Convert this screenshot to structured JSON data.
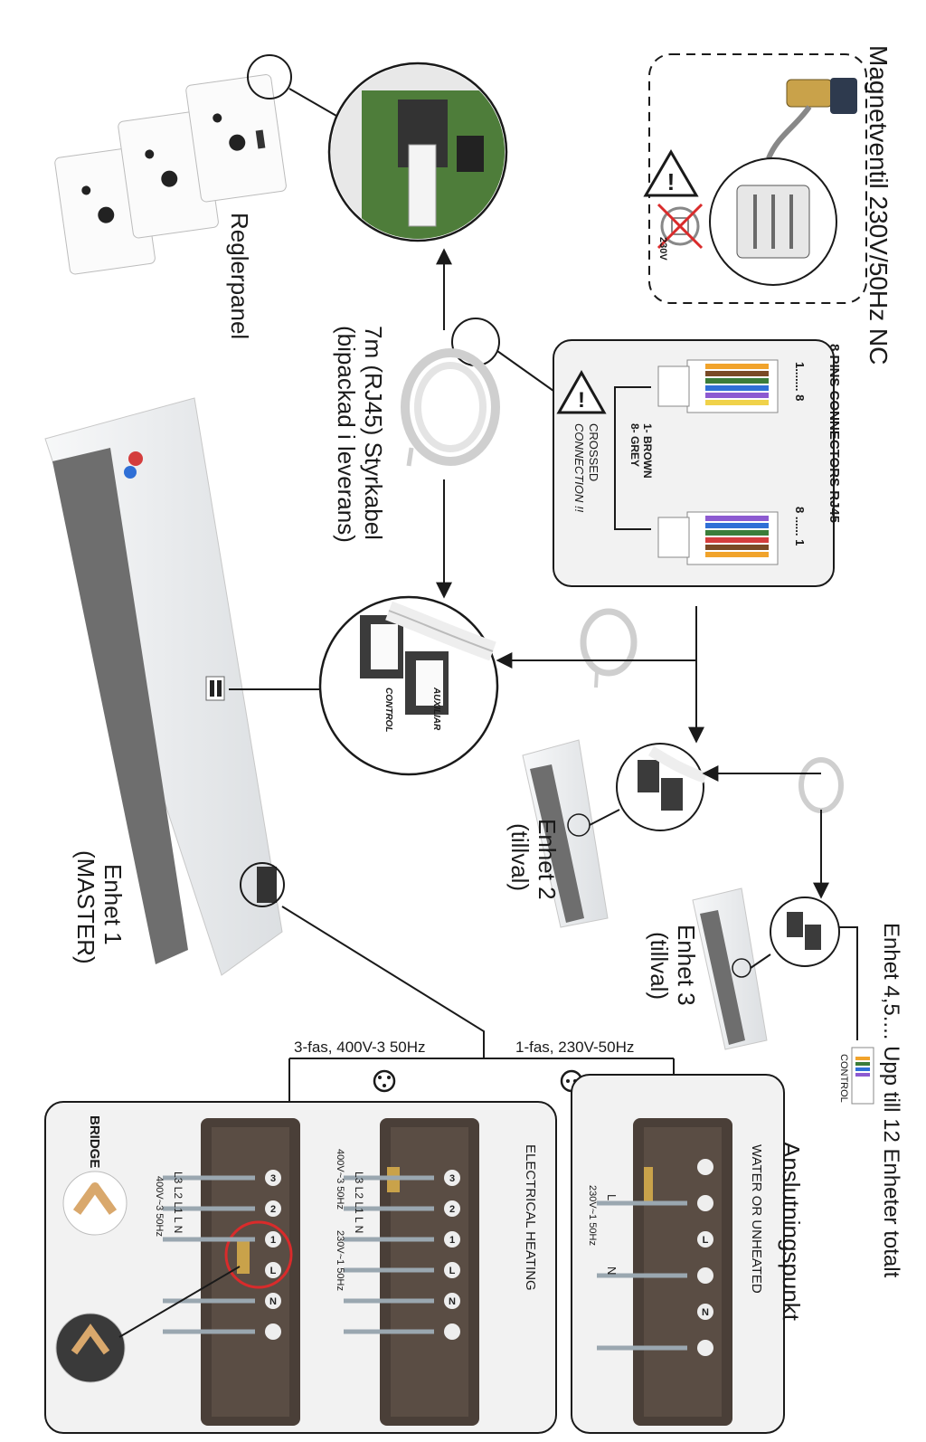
{
  "labels": {
    "magnetventil": "Magnetventil 230V/50Hz NC",
    "voltage_230v": "230V",
    "reglerpanel": "Reglerpanel",
    "pins_title": "8 PINS CONNECTORS RJ45",
    "pins_left": "1....... 8",
    "pins_right": "8 ...... 1",
    "brown": "1- BROWN",
    "grey": "8- GREY",
    "crossed_1": "CROSSED",
    "crossed_2": "CONNECTION !!",
    "cable_1": "7m (RJ45) Styrkabel",
    "cable_2": "(bipackad i leverans)",
    "auxiliar": "AUXILIAR",
    "control": "CONTROL",
    "enhet1_1": "Enhet 1",
    "enhet1_2": "(MASTER)",
    "enhet2_1": "Enhet 2",
    "enhet2_2": "(tillval)",
    "enhet3_1": "Enhet 3",
    "enhet3_2": "(tillval)",
    "enhet_total": "Enhet 4,5.... Upp till 12 Enheter totalt",
    "control_small": "CONTROL",
    "fas3": "3-fas, 400V-3 50Hz",
    "fas1": "1-fas, 230V-50Hz",
    "anslutningspunkt": "Anslutningspunkt",
    "water_unheated": "WATER OR UNHEATED",
    "electrical_heating": "ELECTRICAL HEATING",
    "bridge": "BRIDGE 1-L",
    "t1_label_L": "L",
    "t1_label_N": "N",
    "t1_volt": "230V~1 50Hz",
    "t2_labels": "L3  L2  L1  L  N",
    "t2_volt_a": "400V~3 50Hz",
    "t2_volt_b": "230V~1 50Hz",
    "t3_labels": "L3  L2  L1  L  N",
    "t3_volt": "400V~3 50Hz"
  },
  "terminal_numbers": {
    "single_phase": [
      "",
      "",
      "L",
      "",
      "N",
      ""
    ],
    "three_phase": [
      "3",
      "2",
      "1",
      "L",
      "N",
      ""
    ]
  },
  "colors": {
    "stroke": "#1a1a1a",
    "panel_bg": "#f2f2f2",
    "unit_body": "#e9ebed",
    "unit_grille": "#6e6e6e",
    "terminal_block": "#4a3f38",
    "highlight_ring": "#d92b2b",
    "wire_grey": "#9aa7b0"
  },
  "icons": [
    "warning-icon",
    "no-plug-icon",
    "power-socket-icon",
    "rj45-plug-icon",
    "cable-coil-icon"
  ]
}
